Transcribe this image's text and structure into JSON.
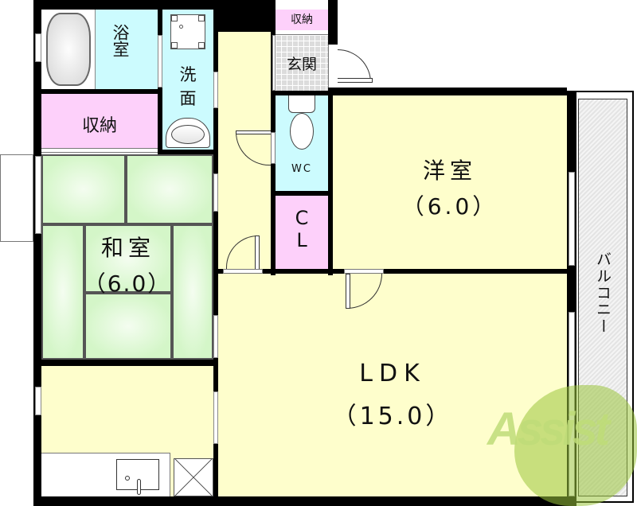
{
  "floor_plan": {
    "type": "apartment-floor-plan",
    "layout": "2LDK",
    "rooms": {
      "bath": {
        "label": "浴室"
      },
      "washroom": {
        "label_line1": "洗",
        "label_line2": "面"
      },
      "storage_west": {
        "label": "収納"
      },
      "storage_entrance": {
        "label": "収納"
      },
      "entrance": {
        "label": "玄関"
      },
      "wc": {
        "label": "WC"
      },
      "closet": {
        "label_line1": "C",
        "label_line2": "L"
      },
      "western_room": {
        "label": "洋室",
        "size": "（6.0）",
        "size_jo": 6.0
      },
      "japanese_room": {
        "label": "和室",
        "size": "（6.0）",
        "size_jo": 6.0
      },
      "ldk": {
        "label": "LDK",
        "size": "（15.0）",
        "size_jo": 15.0
      },
      "balcony": {
        "label": "バルコニー"
      }
    },
    "colors": {
      "living": "#fefecc",
      "wet_area": "#ccfbfe",
      "storage": "#fdd0fa",
      "tatami": "#d4f6c8",
      "entrance_tile": "#dcdcdc",
      "wall": "#000000"
    }
  },
  "watermark": {
    "text": "Assist",
    "color": "#9bc53d"
  }
}
